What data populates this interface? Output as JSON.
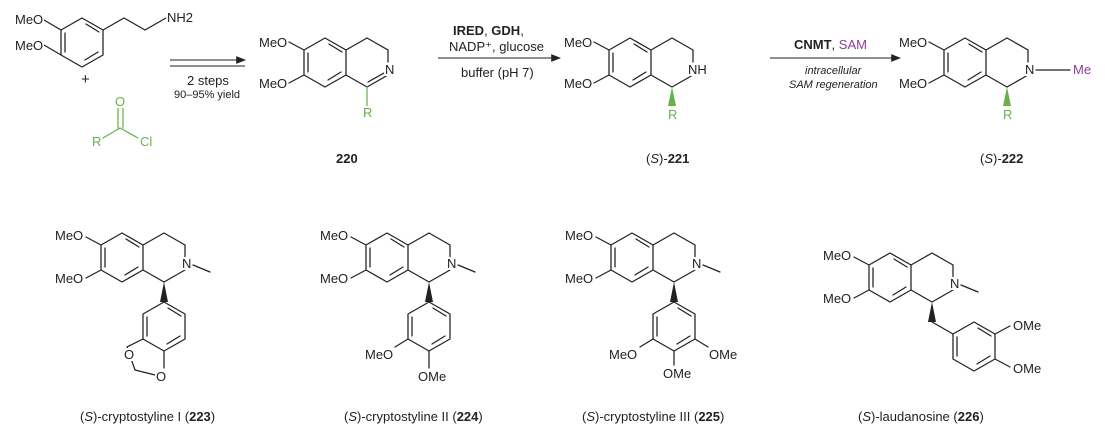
{
  "top": {
    "start_amine": {
      "ome1": "MeO",
      "ome2": "MeO",
      "nh2": "NH2"
    },
    "plus": "+",
    "acyl_chloride": {
      "o": "O",
      "r": "R",
      "cl": "Cl"
    },
    "arrow1": {
      "above": "",
      "line1": "2 steps",
      "line2": "90–95% yield"
    },
    "c220": {
      "ome1": "MeO",
      "ome2": "MeO",
      "n": "N",
      "r": "R",
      "label": "220"
    },
    "arrow2": {
      "line1_a": "IRED",
      "line1_b": ", ",
      "line1_c": "GDH",
      "line1_d": ",",
      "line2": "NADP⁺, glucose",
      "below": "buffer (pH 7)"
    },
    "c221": {
      "ome1": "MeO",
      "ome2": "MeO",
      "nh": "NH",
      "r": "R",
      "label_s": "S",
      "label_num": "221"
    },
    "arrow3": {
      "a": "CNMT",
      "sep": ", ",
      "b": "SAM",
      "below1": "intracellular",
      "below2": "SAM regeneration"
    },
    "c222": {
      "ome1": "MeO",
      "ome2": "MeO",
      "n": "N",
      "me": "Me",
      "r": "R",
      "label_s": "S",
      "label_num": "222"
    }
  },
  "bottom": [
    {
      "id": "c223",
      "ome1": "MeO",
      "ome2": "MeO",
      "n": "N",
      "o1": "O",
      "o2": "O",
      "name_a": "(",
      "name_s": "S",
      "name_b": ")-cryptostyline I (",
      "num": "223",
      "name_c": ")"
    },
    {
      "id": "c224",
      "ome1": "MeO",
      "ome2": "MeO",
      "n": "N",
      "o_a": "MeO",
      "o_b": "OMe",
      "name_a": "(",
      "name_s": "S",
      "name_b": ")-cryptostyline II (",
      "num": "224",
      "name_c": ")"
    },
    {
      "id": "c225",
      "ome1": "MeO",
      "ome2": "MeO",
      "n": "N",
      "o_a": "MeO",
      "o_b": "OMe",
      "o_c": "OMe",
      "name_a": "(",
      "name_s": "S",
      "name_b": ")-cryptostyline III (",
      "num": "225",
      "name_c": ")"
    },
    {
      "id": "c226",
      "ome1": "MeO",
      "ome2": "MeO",
      "n": "N",
      "o_a": "OMe",
      "o_b": "OMe",
      "name_a": "(",
      "name_s": "S",
      "name_b": ")-laudanosine (",
      "num": "226",
      "name_c": ")"
    }
  ]
}
